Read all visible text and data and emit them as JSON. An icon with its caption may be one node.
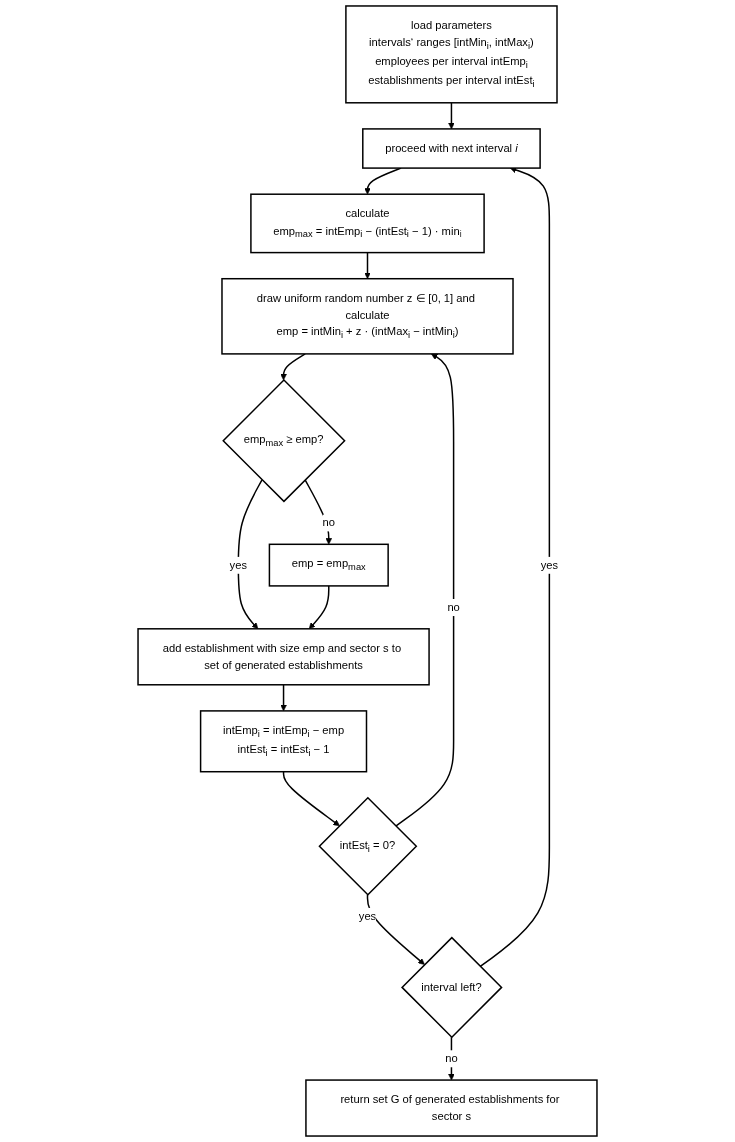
{
  "diagram": {
    "nodes": [
      {
        "text": [
          "load parameters",
          "intervals‘ ranges [intMin$_{i}$,  intMax$_{i}$)",
          "employees per interval intEmp$_{i}$",
          "establishments per interval intEst$_{i}$"
        ]
      },
      {
        "text": [
          "proceed with next interval *i*"
        ]
      },
      {
        "text": [
          "calculate",
          "emp$_{max}$ = intEmp$_{i}$ − (intEst$_{i}$ − 1) · min$_{i}$"
        ]
      },
      {
        "text": [
          "draw uniform random number z ∈ [0, 1] and calculate",
          "emp = intMin$_{i}$ + z · (intMax$_{i}$ − intMin$_{i}$)"
        ]
      },
      {
        "text": [
          "emp$_{max}$ ≥ emp?"
        ]
      },
      {
        "text": [
          "emp = emp$_{max}$"
        ]
      },
      {
        "text": [
          "add establishment with size emp and sector s to set of generated establishments"
        ]
      },
      {
        "text": [
          "intEmp$_{i}$ = intEmp$_{i}$ − emp",
          "intEst$_{i}$ = intEst$_{i}$ − 1"
        ]
      },
      {
        "text": [
          "intEst$_{i}$ = 0?"
        ]
      },
      {
        "text": [
          "interval left?"
        ]
      },
      {
        "text": [
          "return set G of generated establishments for sector s"
        ]
      }
    ],
    "edges": [
      {
        "from": 0,
        "to": 1,
        "arrow": "to"
      },
      {
        "from": 1,
        "to": 2,
        "arrow": "to"
      },
      {
        "from": 2,
        "to": 3,
        "arrow": "to"
      },
      {
        "from": 3,
        "to": 4,
        "arrow": "to"
      },
      {
        "from": 4,
        "to": 5,
        "arrow": "to",
        "label": "no"
      },
      {
        "from": 4,
        "to": 6,
        "arrow": "to",
        "label": "yes"
      },
      {
        "from": 5,
        "to": 6,
        "arrow": "to"
      },
      {
        "from": 6,
        "to": 7,
        "arrow": "to"
      },
      {
        "from": 7,
        "to": 8,
        "arrow": "to"
      },
      {
        "from": 8,
        "to": 3,
        "arrow": "to",
        "label": "no"
      },
      {
        "from": 8,
        "to": 9,
        "arrow": "to",
        "label": "yes"
      },
      {
        "from": 9,
        "to": 1,
        "arrow": "to",
        "label": "yes"
      },
      {
        "from": 9,
        "to": 10,
        "arrow": "to",
        "label": "no"
      }
    ]
  }
}
